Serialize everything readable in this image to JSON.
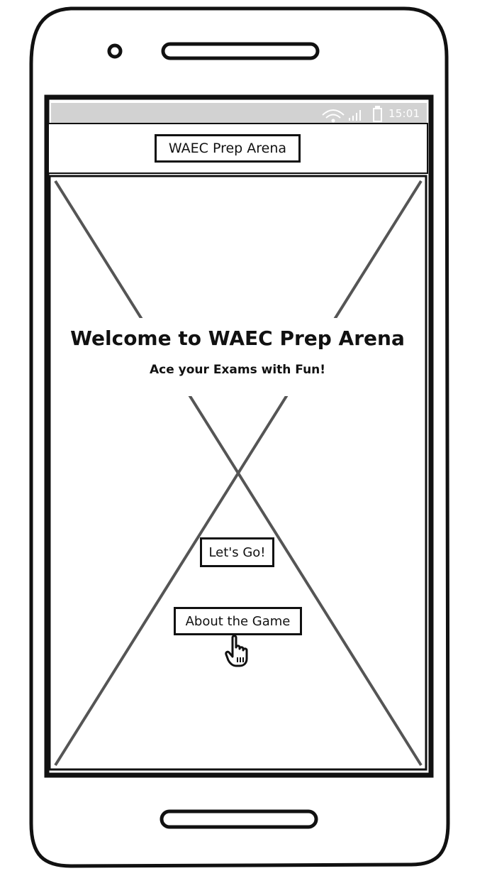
{
  "status_bar": {
    "time": "15:01"
  },
  "app_bar": {
    "title": "WAEC Prep Arena"
  },
  "main": {
    "welcome_title": "Welcome to WAEC Prep Arena",
    "welcome_subtitle": "Ace your Exams with Fun!"
  },
  "buttons": {
    "lets_go_label": "Let's Go!",
    "about_label": "About the Game"
  },
  "icons": {
    "wifi": "wifi-icon",
    "signal": "signal-icon",
    "battery": "battery-icon",
    "cursor": "hand-pointer-icon"
  }
}
